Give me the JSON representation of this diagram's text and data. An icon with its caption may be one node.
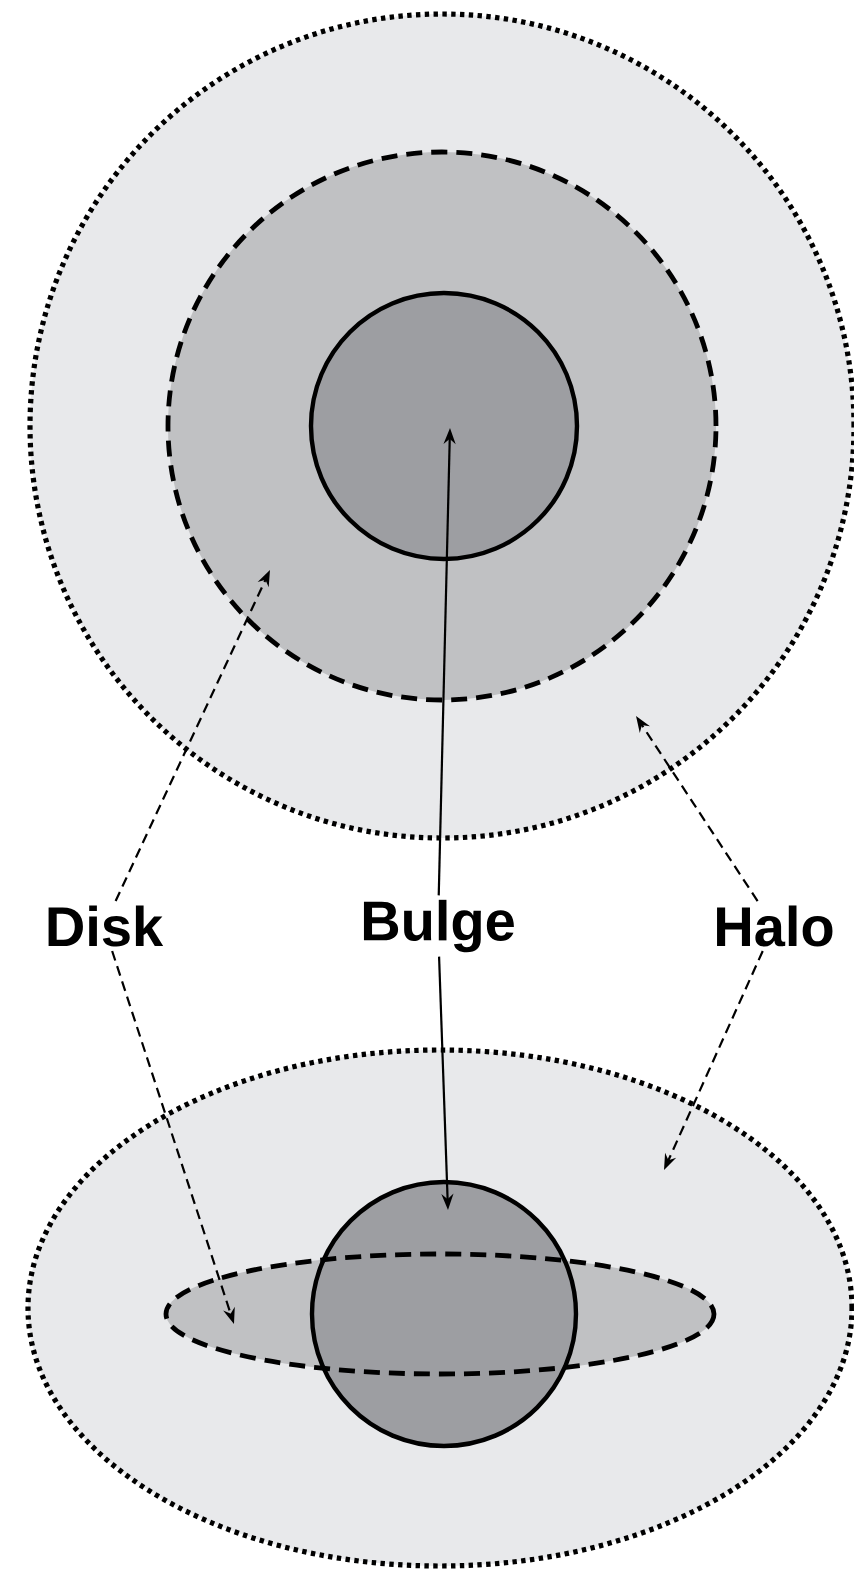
{
  "diagram": {
    "nodes": [
      {
        "text": [],
        "shape": "circle"
      },
      {
        "text": [],
        "shape": "circle",
        "in": 0
      },
      {
        "text": [],
        "shape": "circle",
        "in": 1
      },
      {
        "text": [
          "Disk"
        ]
      },
      {
        "text": [
          "Bulge"
        ]
      },
      {
        "text": [
          "Halo"
        ]
      },
      {
        "text": [],
        "shape": "ellipse"
      },
      {
        "text": [],
        "shape": "ellipse",
        "in": 6
      },
      {
        "text": [],
        "shape": "circle",
        "in": 6
      }
    ],
    "edges": [
      {
        "from": 3,
        "to": 1,
        "arrow": "to",
        "style": "dashed"
      },
      {
        "from": 3,
        "to": 7,
        "arrow": "to",
        "style": "dashed"
      },
      {
        "from": 4,
        "to": 2,
        "arrow": "to"
      },
      {
        "from": 4,
        "to": 8,
        "arrow": "to"
      },
      {
        "from": 5,
        "to": 0,
        "arrow": "to",
        "style": "dashed"
      },
      {
        "from": 5,
        "to": 6,
        "arrow": "to",
        "style": "dashed"
      }
    ]
  }
}
